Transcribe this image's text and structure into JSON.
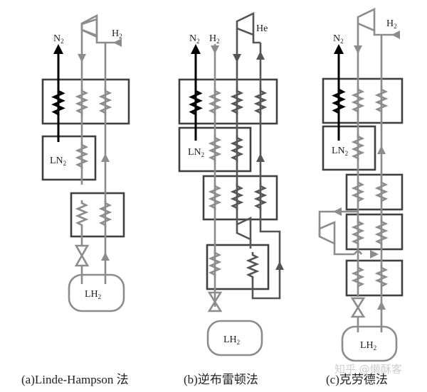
{
  "figure": {
    "panels": [
      {
        "id": "a",
        "caption": "(a)Linde-Hampson 法",
        "labels": {
          "n2": "N",
          "n2_sub": "2",
          "h2": "H",
          "h2_sub": "2",
          "ln2": "LN",
          "ln2_sub": "2",
          "lh2": "LH",
          "lh2_sub": "2"
        }
      },
      {
        "id": "b",
        "caption": "(b)逆布雷顿法",
        "labels": {
          "n2": "N",
          "n2_sub": "2",
          "h2": "H",
          "h2_sub": "2",
          "he": "He",
          "ln2": "LN",
          "ln2_sub": "2",
          "lh2": "LH",
          "lh2_sub": "2"
        }
      },
      {
        "id": "c",
        "caption": "(c)克劳德法",
        "labels": {
          "n2": "N",
          "n2_sub": "2",
          "h2": "H",
          "h2_sub": "2",
          "ln2": "LN",
          "ln2_sub": "2",
          "lh2": "LH",
          "lh2_sub": "2"
        }
      }
    ],
    "watermark": "知乎 @懒酥客",
    "colors": {
      "nitrogen": "#000000",
      "hydrogen": "#8c8c8c",
      "helium": "#555555",
      "box": "#404040"
    }
  }
}
